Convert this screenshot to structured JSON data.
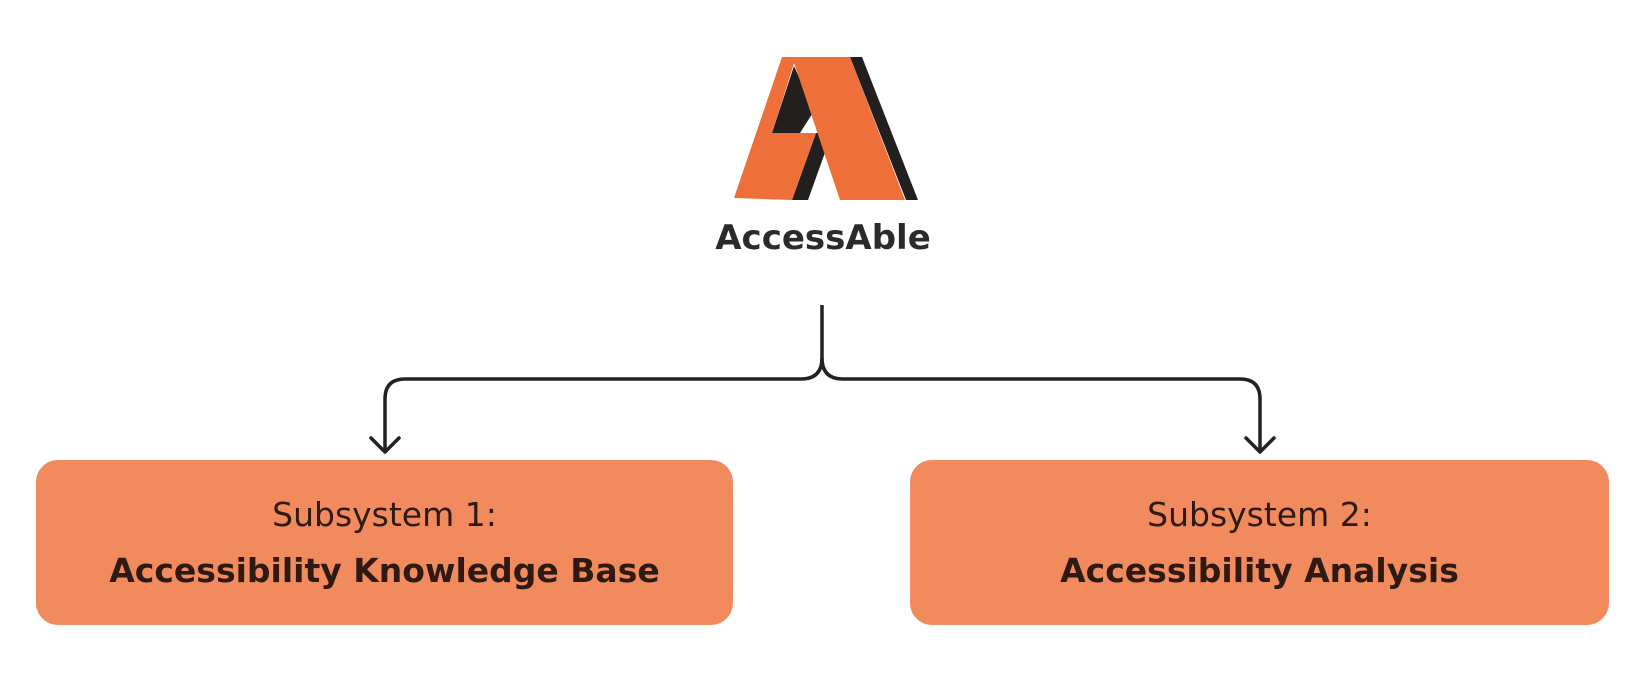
{
  "brand": {
    "name": "AccessAble",
    "logo_icon": "accessable-logo-icon"
  },
  "subsystems": [
    {
      "heading": "Subsystem 1:",
      "title": "Accessibility Knowledge Base"
    },
    {
      "heading": "Subsystem 2:",
      "title": "Accessibility Analysis"
    }
  ],
  "colors": {
    "accent": "#ef6f3a",
    "box_fill": "#f18b5e",
    "line": "#222222",
    "text_dark": "#2e1a12"
  }
}
